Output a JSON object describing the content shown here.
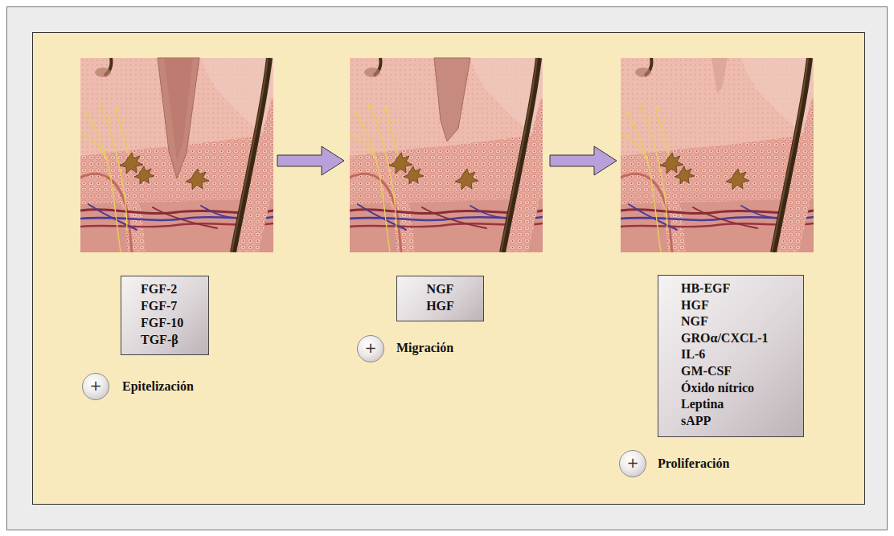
{
  "diagram": {
    "nodes": [
      {
        "text": [
          "FGF-2",
          "FGF-7",
          "FGF-10",
          "TGF-β"
        ]
      },
      {
        "text": [
          "+"
        ]
      },
      {
        "text": [
          "NGF",
          "HGF"
        ]
      },
      {
        "text": [
          "+"
        ]
      },
      {
        "text": [
          "HB-EGF",
          "HGF",
          "NGF",
          "GROα/CXCL-1",
          "IL-6",
          "GM-CSF",
          "Óxido nítrico",
          "Leptina",
          "sAPP"
        ]
      },
      {
        "text": [
          "+"
        ]
      }
    ],
    "labels": [
      "Epitelización",
      "Migración",
      "Proliferación"
    ]
  }
}
